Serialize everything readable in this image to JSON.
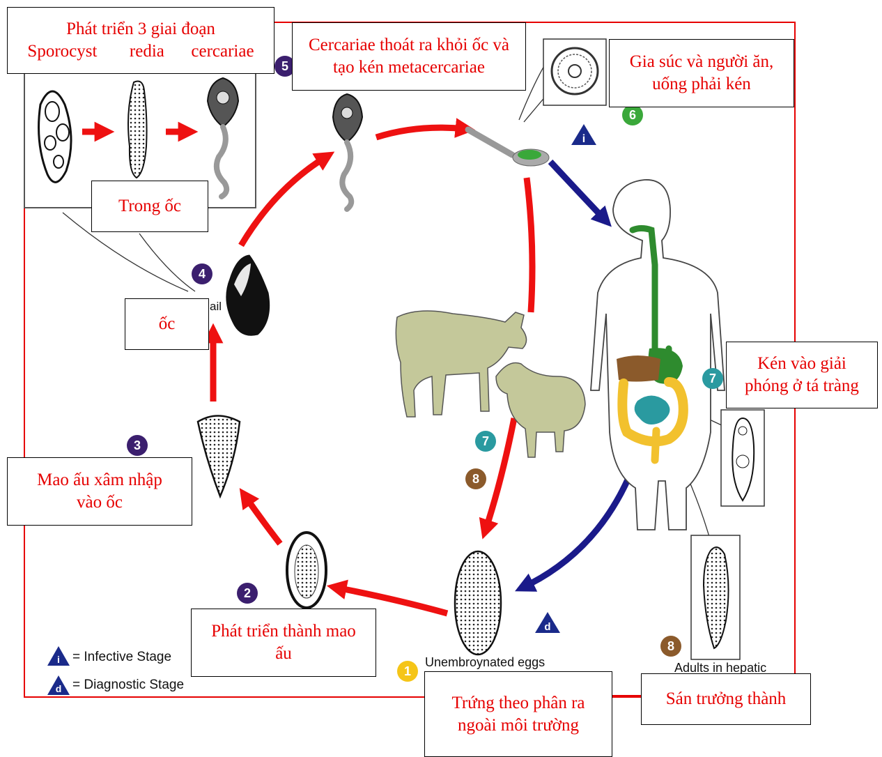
{
  "captions": {
    "development_title": "Phát triển 3 giai đoạn",
    "development_stage1": "Sporocyst",
    "development_stage2": "redia",
    "development_stage3": "cercariae",
    "cercariae_release": "Cercariae thoát ra khỏi ốc và tạo kén metacercariae",
    "ingestion": "Gia súc và người ăn, uống phải kén",
    "in_snail": "Trong ốc",
    "snail": "ốc",
    "excyst": "Kén vào giải phóng ở tá tràng",
    "miracidia_invade": "Mao ấu xâm nhập vào ốc",
    "develop_miracidia": "Phát triển thành mao ấu",
    "eggs_out": "Trứng theo phân ra ngoài môi trường",
    "adult": "Sán trưởng thành"
  },
  "labels": {
    "unembryonated_eggs": "Unembroynated eggs",
    "adults_hepatic": "Adults in hepatic",
    "snail_fragment": "ail",
    "infective_stage": "= Infective Stage",
    "diagnostic_stage": "= Diagnostic Stage",
    "infective_symbol": "i",
    "diagnostic_symbol": "d"
  },
  "steps": [
    {
      "number": "1",
      "color": "#f5c518"
    },
    {
      "number": "2",
      "color": "#3b1f6e"
    },
    {
      "number": "3",
      "color": "#3b1f6e"
    },
    {
      "number": "4",
      "color": "#3b1f6e"
    },
    {
      "number": "5",
      "color": "#3b1f6e"
    },
    {
      "number": "6",
      "color": "#3aa83a"
    },
    {
      "number": "7",
      "color": "#2a9aa0"
    },
    {
      "number": "7",
      "color": "#2a9aa0"
    },
    {
      "number": "8",
      "color": "#8b5a2b"
    },
    {
      "number": "8",
      "color": "#8b5a2b"
    }
  ],
  "colors": {
    "cycle_arrow": "#ee1111",
    "host_arrow": "#1a1a8a",
    "frame": "#e60000",
    "caption_text": "#e60000"
  }
}
